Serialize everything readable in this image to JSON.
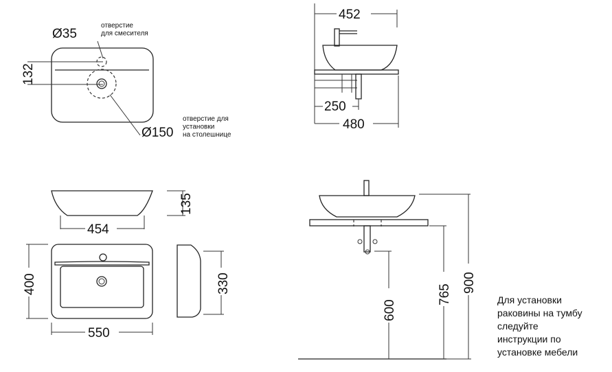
{
  "top_view": {
    "dim_hole_mixer": "Ø35",
    "note_mixer": "отверстие\nдля смесителя",
    "dim_depth": "132",
    "dim_hole_counter": "Ø150",
    "note_counter": "отверстие для\nустановки\nна столешнице"
  },
  "side_view": {
    "dim_top": "452",
    "dim_mid": "250",
    "dim_bottom": "480"
  },
  "front_view": {
    "dim_height": "135",
    "dim_width": "454"
  },
  "plan_view": {
    "dim_height": "400",
    "dim_width": "550"
  },
  "profile_view": {
    "dim_height": "330"
  },
  "install_view": {
    "dim_600": "600",
    "dim_765": "765",
    "dim_900": "900"
  },
  "install_note": [
    "Для установки",
    "раковины на тумбу",
    "следуйте",
    "инструкции по",
    "установке мебели"
  ]
}
